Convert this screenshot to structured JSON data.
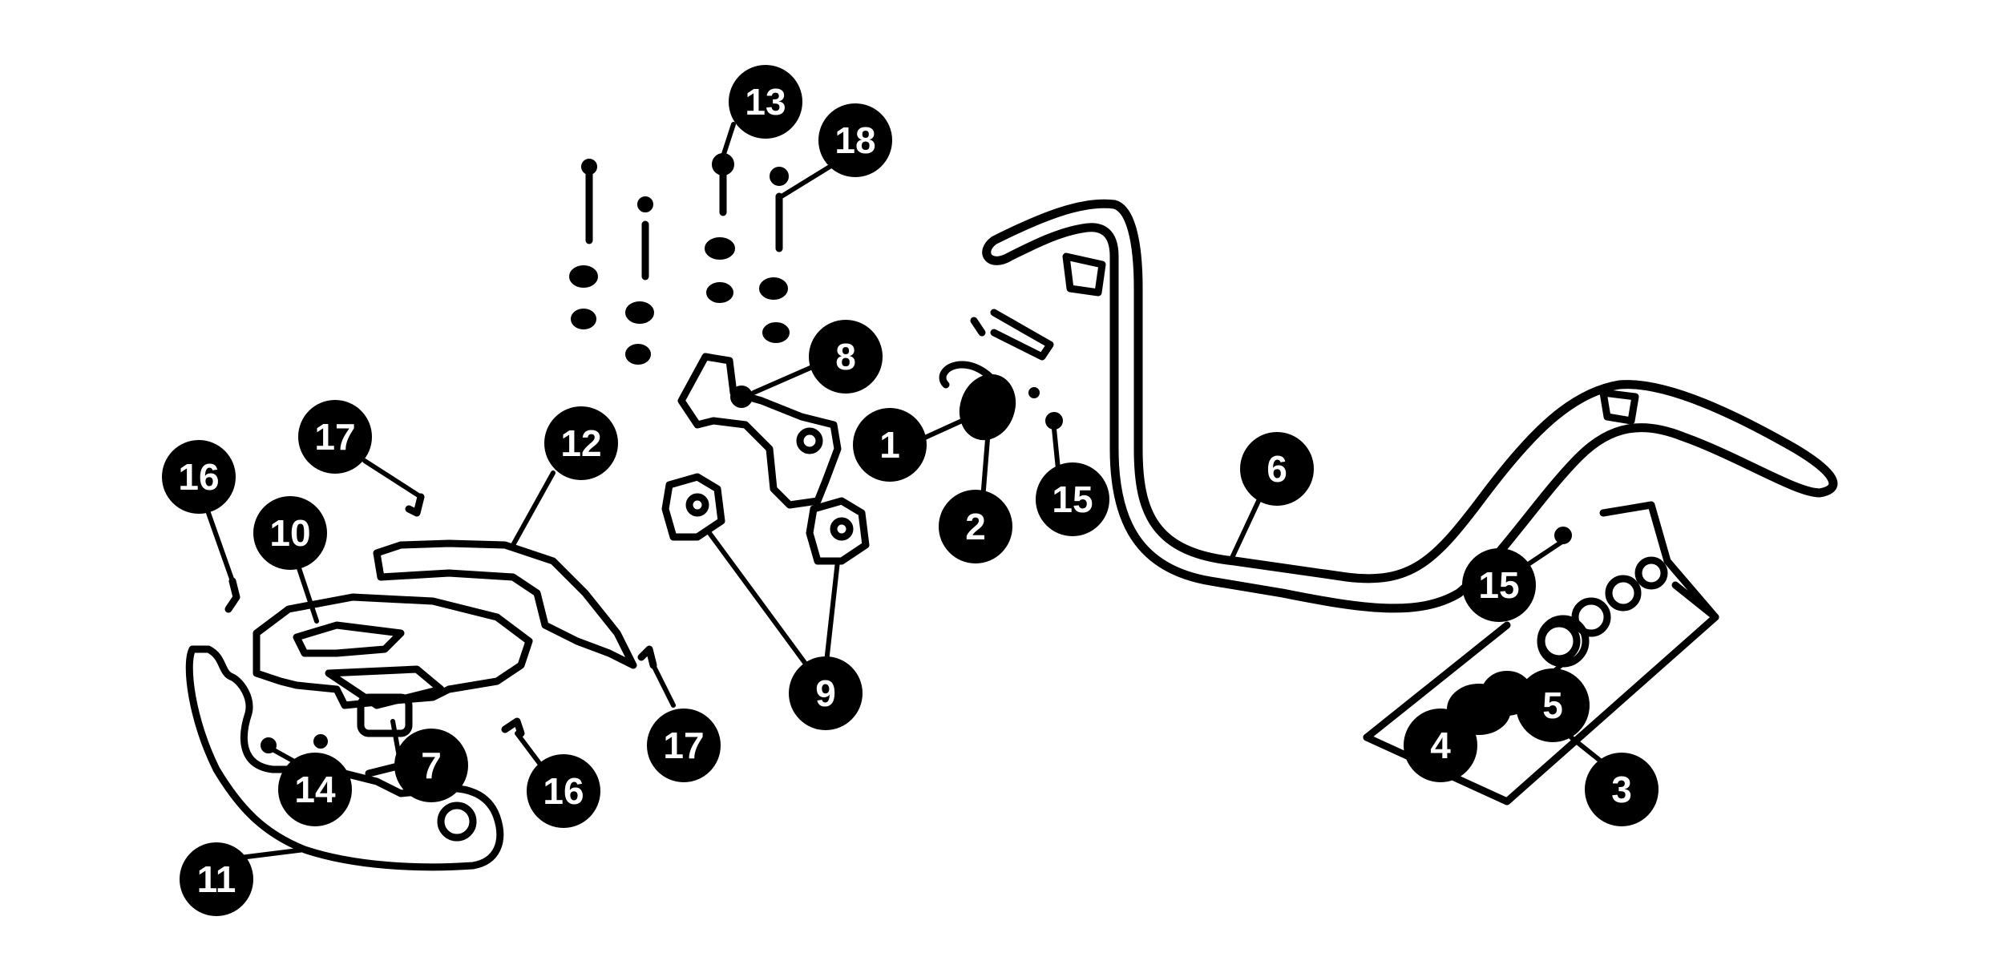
{
  "callouts": [
    {
      "id": "c1",
      "label": "1"
    },
    {
      "id": "c2",
      "label": "2"
    },
    {
      "id": "c3",
      "label": "3"
    },
    {
      "id": "c4",
      "label": "4"
    },
    {
      "id": "c5",
      "label": "5"
    },
    {
      "id": "c6",
      "label": "6"
    },
    {
      "id": "c7",
      "label": "7"
    },
    {
      "id": "c8",
      "label": "8"
    },
    {
      "id": "c9",
      "label": "9"
    },
    {
      "id": "c10",
      "label": "10"
    },
    {
      "id": "c11",
      "label": "11"
    },
    {
      "id": "c12",
      "label": "12"
    },
    {
      "id": "c13",
      "label": "13"
    },
    {
      "id": "c14",
      "label": "14"
    },
    {
      "id": "c15a",
      "label": "15"
    },
    {
      "id": "c15b",
      "label": "15"
    },
    {
      "id": "c16a",
      "label": "16"
    },
    {
      "id": "c16b",
      "label": "16"
    },
    {
      "id": "c17a",
      "label": "17"
    },
    {
      "id": "c17b",
      "label": "17"
    },
    {
      "id": "c18",
      "label": "18"
    }
  ]
}
